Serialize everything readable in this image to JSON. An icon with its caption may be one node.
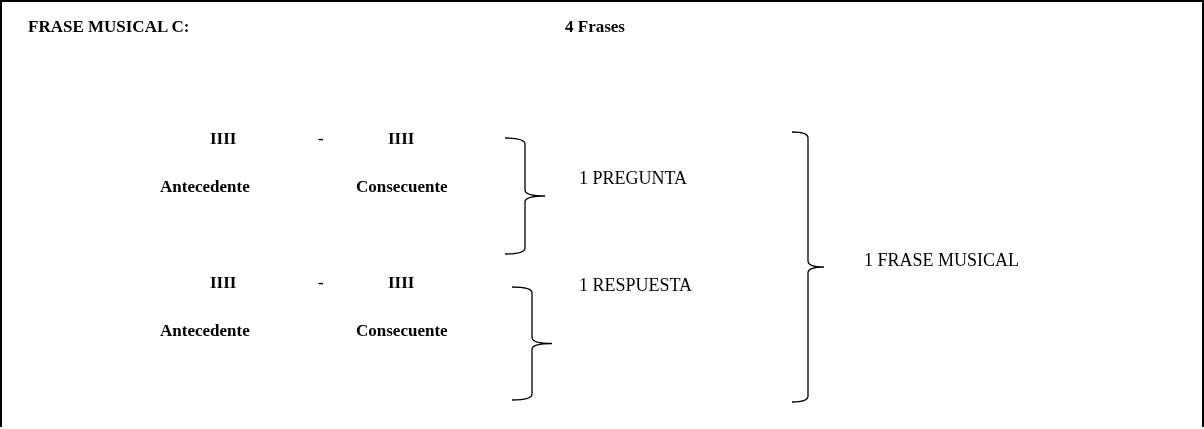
{
  "diagram": {
    "title": "FRASE MUSICAL C:",
    "labels": [
      "4 Frases",
      "IIII",
      "-",
      "IIII",
      "Antecedente",
      "Consecuente",
      "1 PREGUNTA",
      "1 FRASE MUSICAL",
      "IIII",
      "-",
      "IIII",
      "1 RESPUESTA",
      "Antecedente",
      "Consecuente"
    ]
  }
}
